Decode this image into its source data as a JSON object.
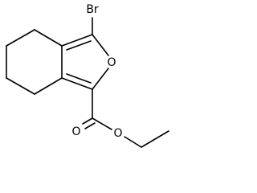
{
  "atoms": {
    "bromine": "Br",
    "ring_oxygen": "O",
    "carbonyl_oxygen": "O",
    "ester_oxygen": "O"
  }
}
